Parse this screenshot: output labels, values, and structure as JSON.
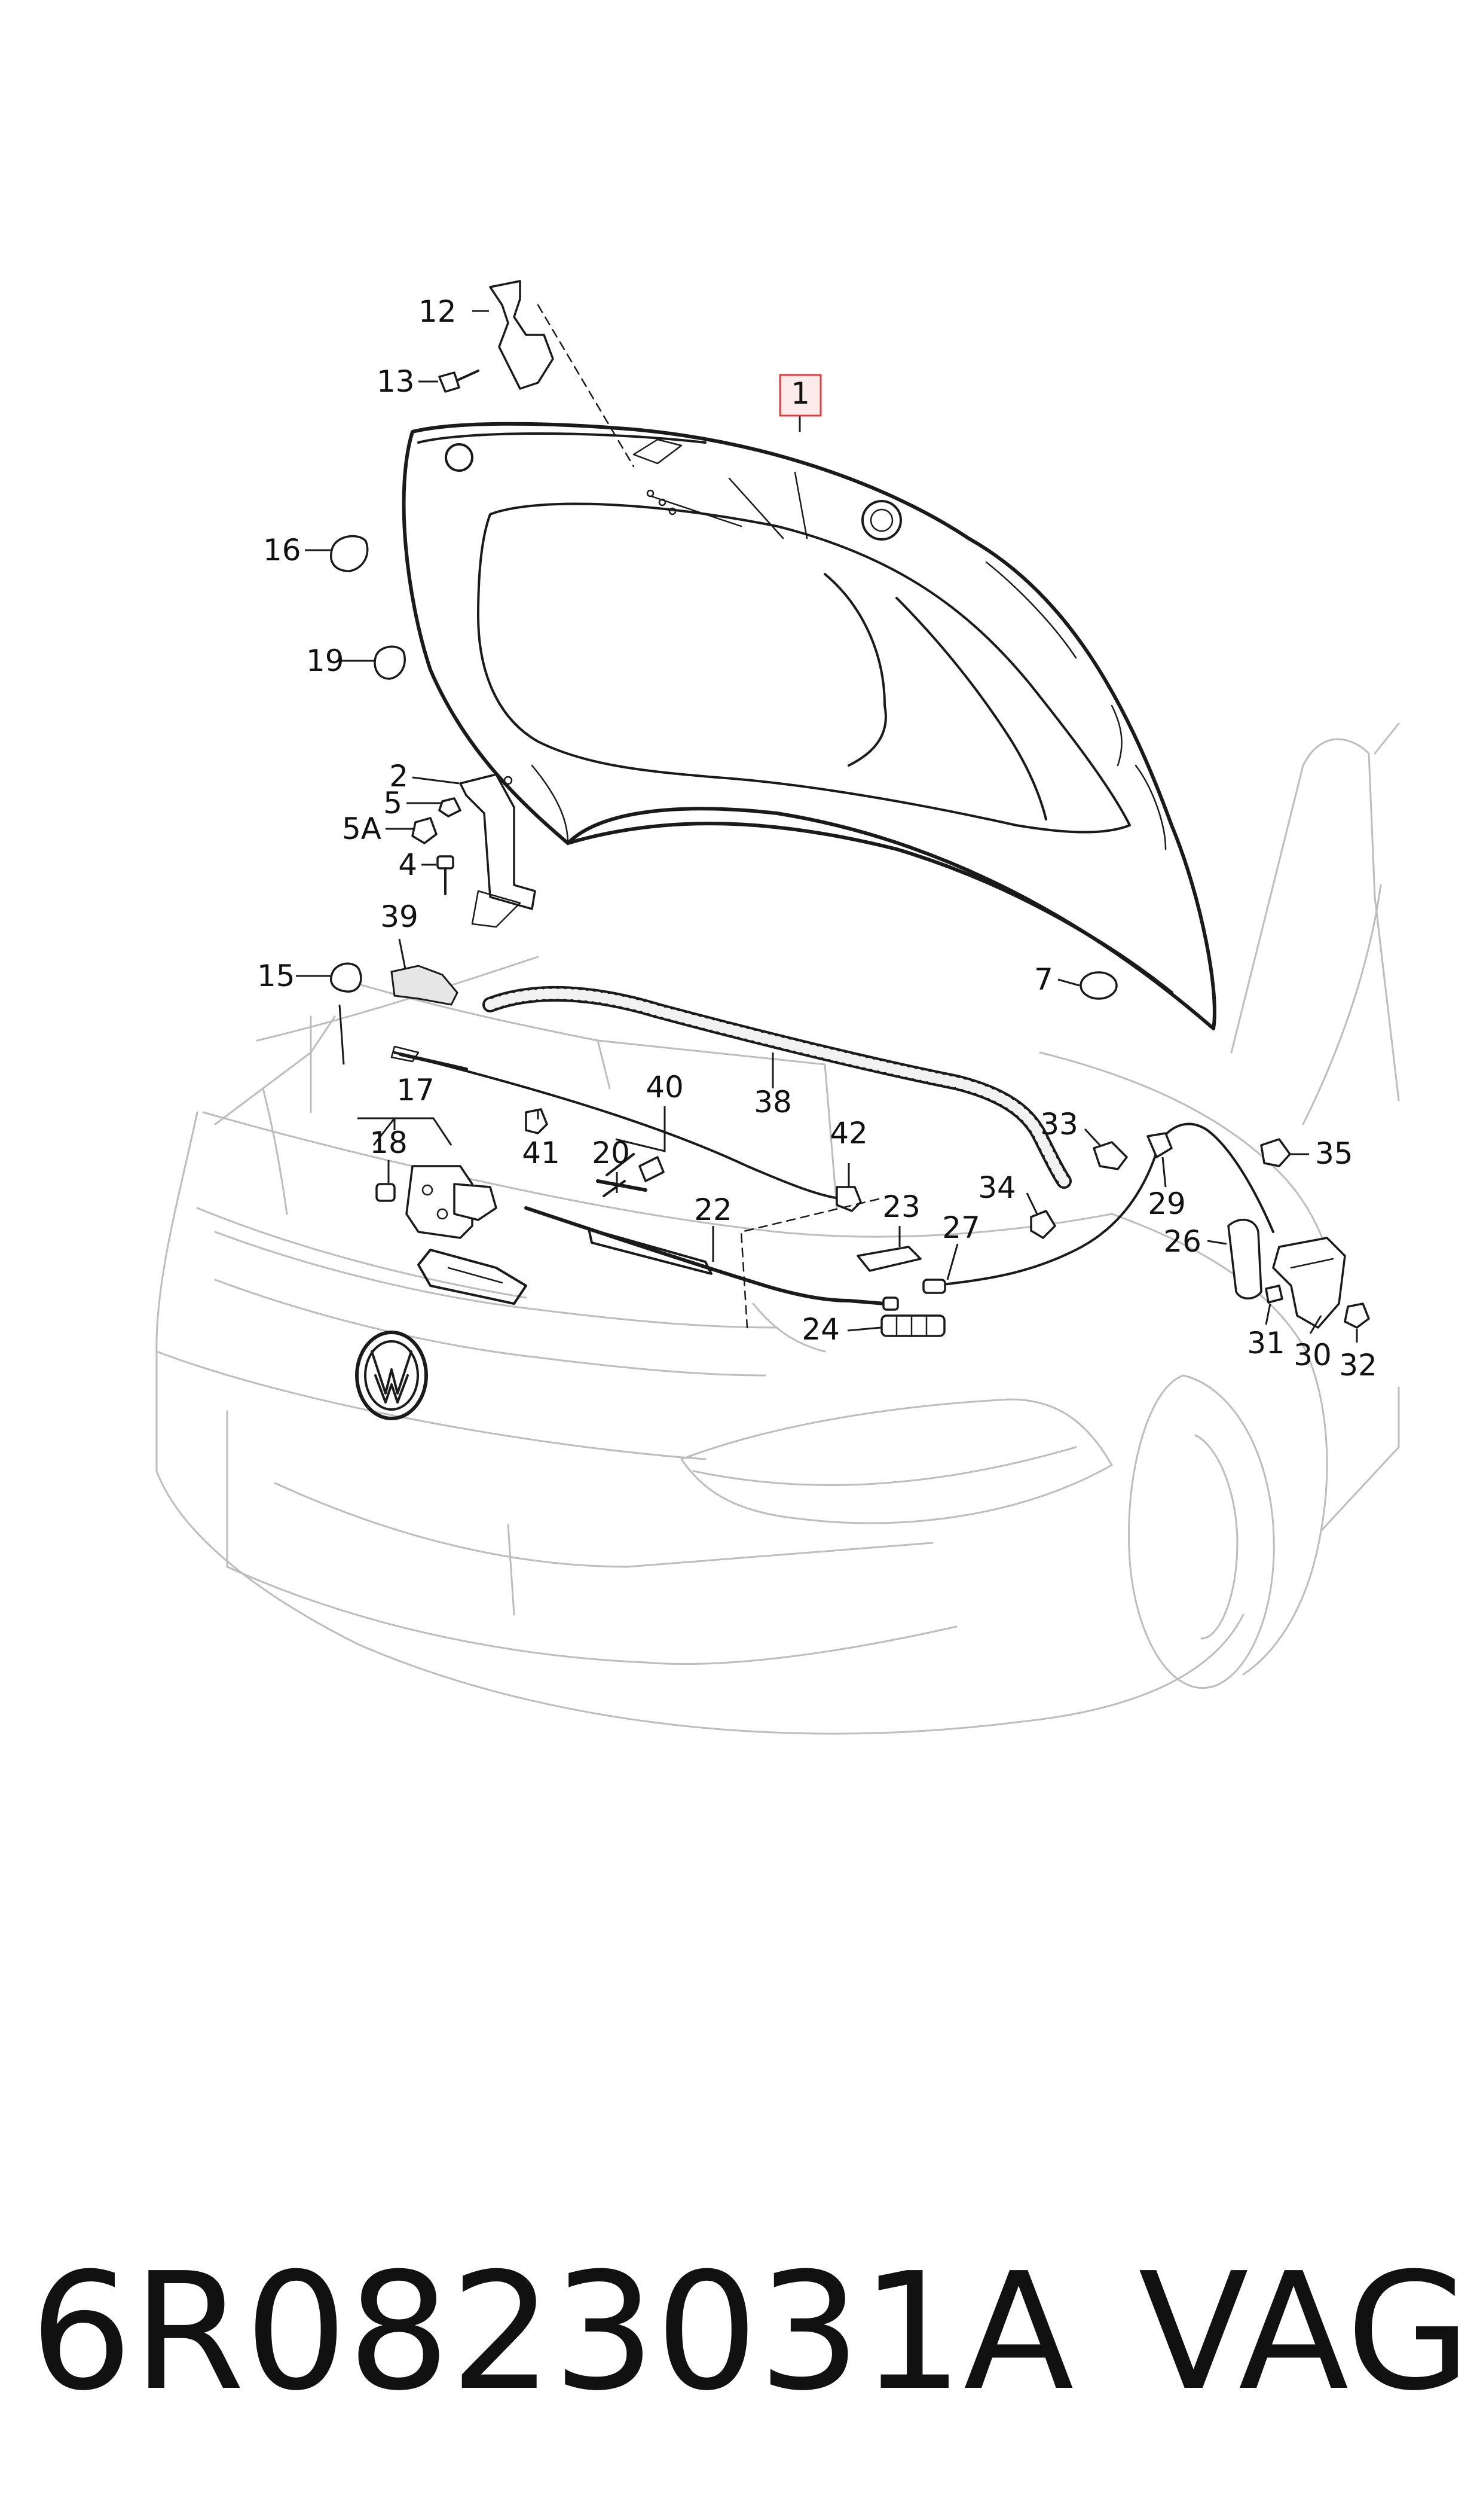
{
  "diagram": {
    "highlight_color": "#e23b3b",
    "highlighted_callout": "1",
    "callouts": [
      {
        "id": "1",
        "label": "1"
      },
      {
        "id": "2",
        "label": "2"
      },
      {
        "id": "4",
        "label": "4"
      },
      {
        "id": "5",
        "label": "5"
      },
      {
        "id": "5A",
        "label": "5A"
      },
      {
        "id": "7",
        "label": "7"
      },
      {
        "id": "12",
        "label": "12"
      },
      {
        "id": "13",
        "label": "13"
      },
      {
        "id": "15",
        "label": "15"
      },
      {
        "id": "16",
        "label": "16"
      },
      {
        "id": "17",
        "label": "17"
      },
      {
        "id": "18",
        "label": "18"
      },
      {
        "id": "19",
        "label": "19"
      },
      {
        "id": "20",
        "label": "20"
      },
      {
        "id": "22",
        "label": "22"
      },
      {
        "id": "23",
        "label": "23"
      },
      {
        "id": "24",
        "label": "24"
      },
      {
        "id": "26",
        "label": "26"
      },
      {
        "id": "27",
        "label": "27"
      },
      {
        "id": "29",
        "label": "29"
      },
      {
        "id": "30",
        "label": "30"
      },
      {
        "id": "31",
        "label": "31"
      },
      {
        "id": "32",
        "label": "32"
      },
      {
        "id": "33",
        "label": "33"
      },
      {
        "id": "34",
        "label": "34"
      },
      {
        "id": "35",
        "label": "35"
      },
      {
        "id": "38",
        "label": "38"
      },
      {
        "id": "39",
        "label": "39"
      },
      {
        "id": "40",
        "label": "40"
      },
      {
        "id": "41",
        "label": "41"
      },
      {
        "id": "42",
        "label": "42"
      }
    ]
  },
  "footer": {
    "part_number": "6R0823031A",
    "brand": "VAG"
  }
}
